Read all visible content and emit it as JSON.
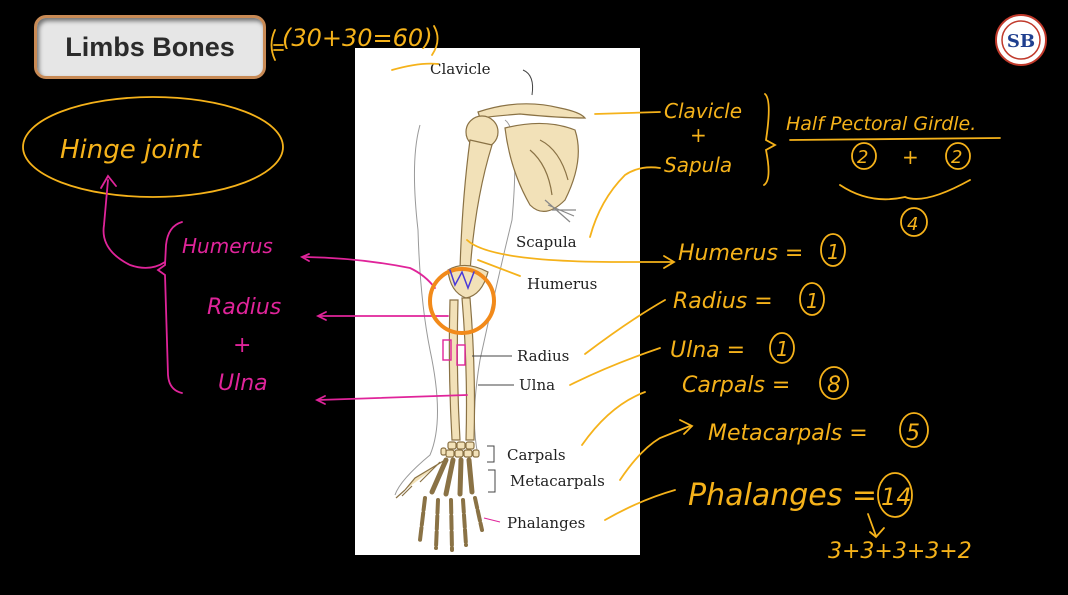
{
  "title": "Limbs Bones",
  "logo_text": "SB",
  "equation": "(30+30=60)",
  "printed_labels": {
    "clavicle": "Clavicle",
    "scapula": "Scapula",
    "humerus": "Humerus",
    "radius": "Radius",
    "ulna": "Ulna",
    "carpals": "Carpals",
    "metacarpals": "Metacarpals",
    "phalanges": "Phalanges"
  },
  "notes_right": {
    "clavicle": "Clavicle",
    "plus": "+",
    "scapula": "Sapula",
    "girdle": "Half Pectoral Girdle.",
    "girdle_a": "2",
    "girdle_plus": "+",
    "girdle_b": "2",
    "girdle_total": "4",
    "humerus": "Humerus =",
    "humerus_count": "1",
    "radius": "Radius =",
    "radius_count": "1",
    "ulna": "Ulna =",
    "ulna_count": "1",
    "carpals": "Carpals =",
    "carpals_count": "8",
    "metacarpals": "Metacarpals =",
    "metacarpals_count": "5",
    "phalanges": "Phalanges =",
    "phalanges_count": "14",
    "phalanges_sum": "3+3+3+3+2"
  },
  "notes_left": {
    "hinge": "Hinge joint",
    "humerus": "Humerus",
    "radius": "Radius",
    "plus": "+",
    "ulna": "Ulna"
  },
  "colors": {
    "orange": "#f5b21a",
    "pink": "#e0249a",
    "ring": "#f28a1a"
  }
}
